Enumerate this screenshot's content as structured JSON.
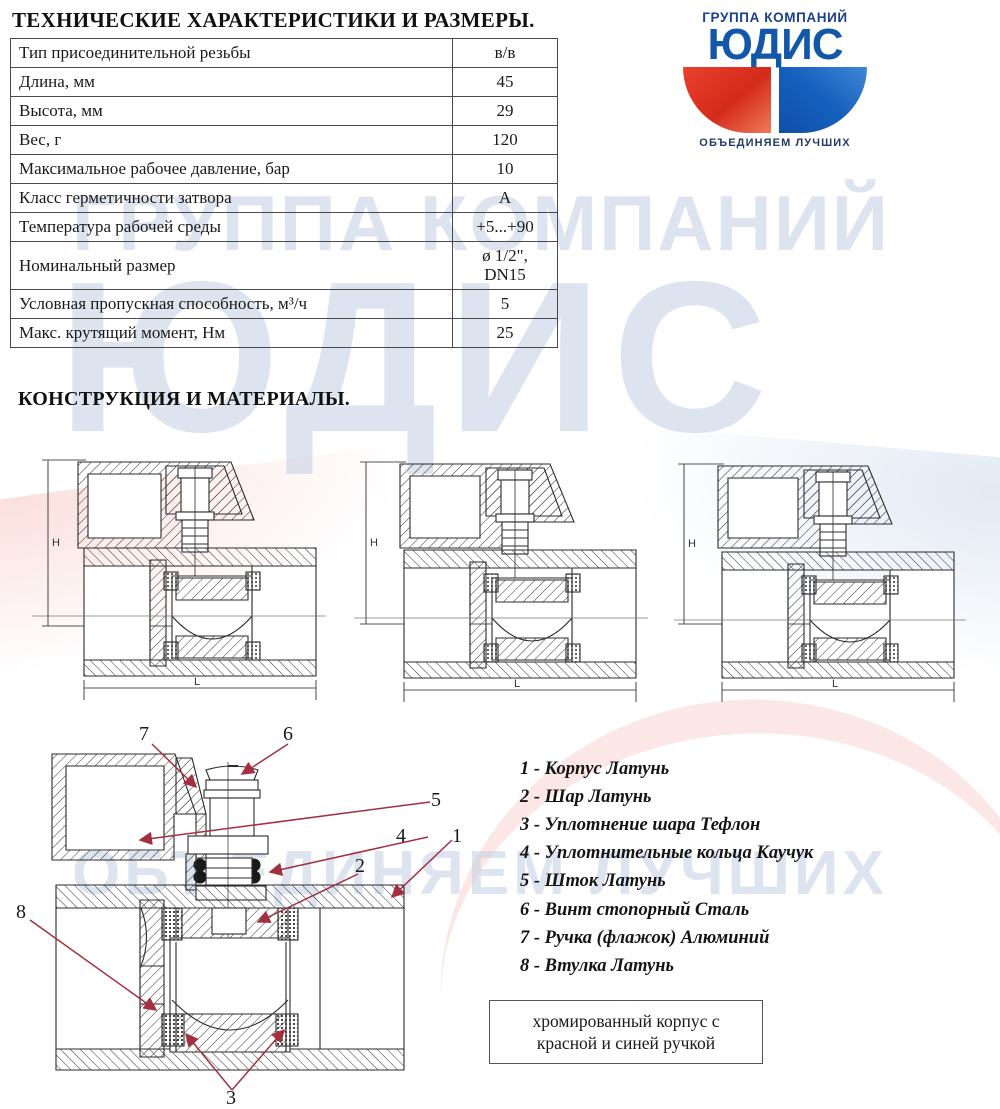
{
  "headings": {
    "specs": "ТЕХНИЧЕСКИЕ ХАРАКТЕРИСТИКИ И РАЗМЕРЫ.",
    "construction": "КОНСТРУКЦИЯ И МАТЕРИАЛЫ."
  },
  "logo": {
    "top_line": "ГРУППА КОМПАНИЙ",
    "brand": "ЮДИС",
    "tagline": "ОБЪЕДИНЯЕМ ЛУЧШИХ",
    "red_hex": "#d42b1a",
    "blue_hex": "#1257a8"
  },
  "watermark": {
    "line1": "ГРУППА КОМПАНИЙ",
    "line2": "ЮДИС",
    "line3": "ОБЪЕДИНЯЕМ ЛУЧШИХ",
    "color_hex": "#c3cfe2"
  },
  "spec_table": {
    "rows": [
      {
        "label": "Тип присоединительной резьбы",
        "value": "в/в",
        "wide": false
      },
      {
        "label": "Длина, мм",
        "value": "45",
        "wide": false
      },
      {
        "label": "Высота, мм",
        "value": "29",
        "wide": false
      },
      {
        "label": "Вес, г",
        "value": "120",
        "wide": false
      },
      {
        "label": "Максимальное рабочее давление, бар",
        "value": "10",
        "wide": true
      },
      {
        "label": "Класс герметичности затвора",
        "value": "A",
        "wide": true
      },
      {
        "label": "Температура рабочей среды",
        "value": "+5...+90",
        "wide": true
      },
      {
        "label": "Номинальный размер",
        "value": "ø 1/2\", DN15",
        "wide": true
      },
      {
        "label": "Условная пропускная способность, м³/ч",
        "value": "5",
        "wide": true
      },
      {
        "label": "Макс. крутящий момент, Нм",
        "value": "25",
        "wide": true
      }
    ]
  },
  "drawings": {
    "dimension_height_label": "H",
    "dimension_length_label": "L",
    "figures": [
      {
        "name": "valve-cross-section-1"
      },
      {
        "name": "valve-cross-section-2"
      },
      {
        "name": "valve-cross-section-3"
      }
    ],
    "callouts": [
      "1",
      "2",
      "3",
      "4",
      "5",
      "6",
      "7",
      "8"
    ]
  },
  "parts_list": [
    {
      "num": "1",
      "text": "1 - Корпус Латунь"
    },
    {
      "num": "2",
      "text": "2 - Шар Латунь"
    },
    {
      "num": "3",
      "text": "3 - Уплотнение шара Тефлон"
    },
    {
      "num": "4",
      "text": "4 - Уплотнительные кольца Каучук"
    },
    {
      "num": "5",
      "text": "5 - Шток Латунь"
    },
    {
      "num": "6",
      "text": "6 - Винт стопорный Сталь"
    },
    {
      "num": "7",
      "text": "7 - Ручка (флажок) Алюминий"
    },
    {
      "num": "8",
      "text": "8 - Втулка Латунь"
    }
  ],
  "note_box": {
    "line1": "хромированный корпус с",
    "line2": "красной и синей ручкой"
  }
}
